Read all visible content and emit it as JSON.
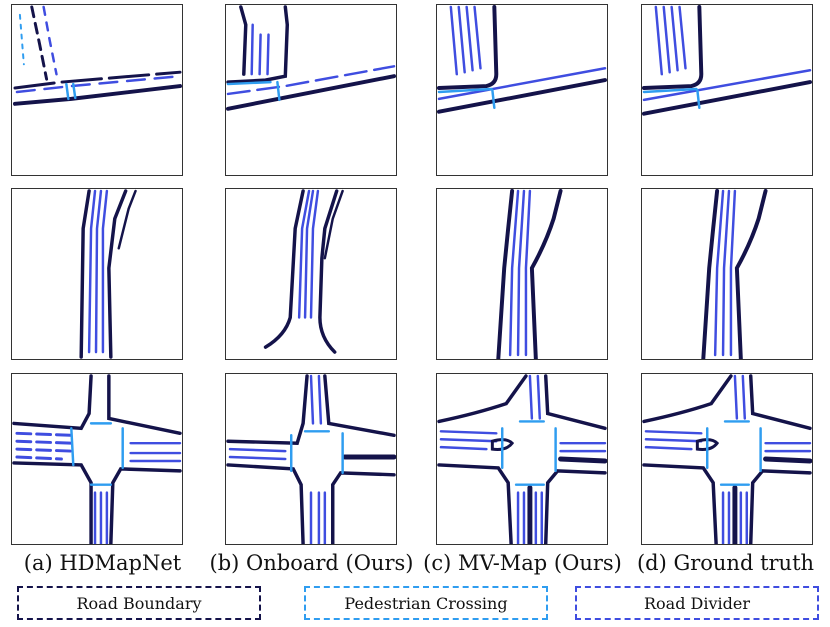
{
  "colors": {
    "boundary": "#14134a",
    "crossing": "#2f9df0",
    "divider": "#3f4de0"
  },
  "captions": [
    "(a) HDMapNet",
    "(b) Onboard (Ours)",
    "(c) MV-Map (Ours)",
    "(d) Ground truth"
  ],
  "legend": {
    "boundary": "Road Boundary",
    "crossing": "Pedestrian Crossing",
    "divider": "Road Divider"
  }
}
